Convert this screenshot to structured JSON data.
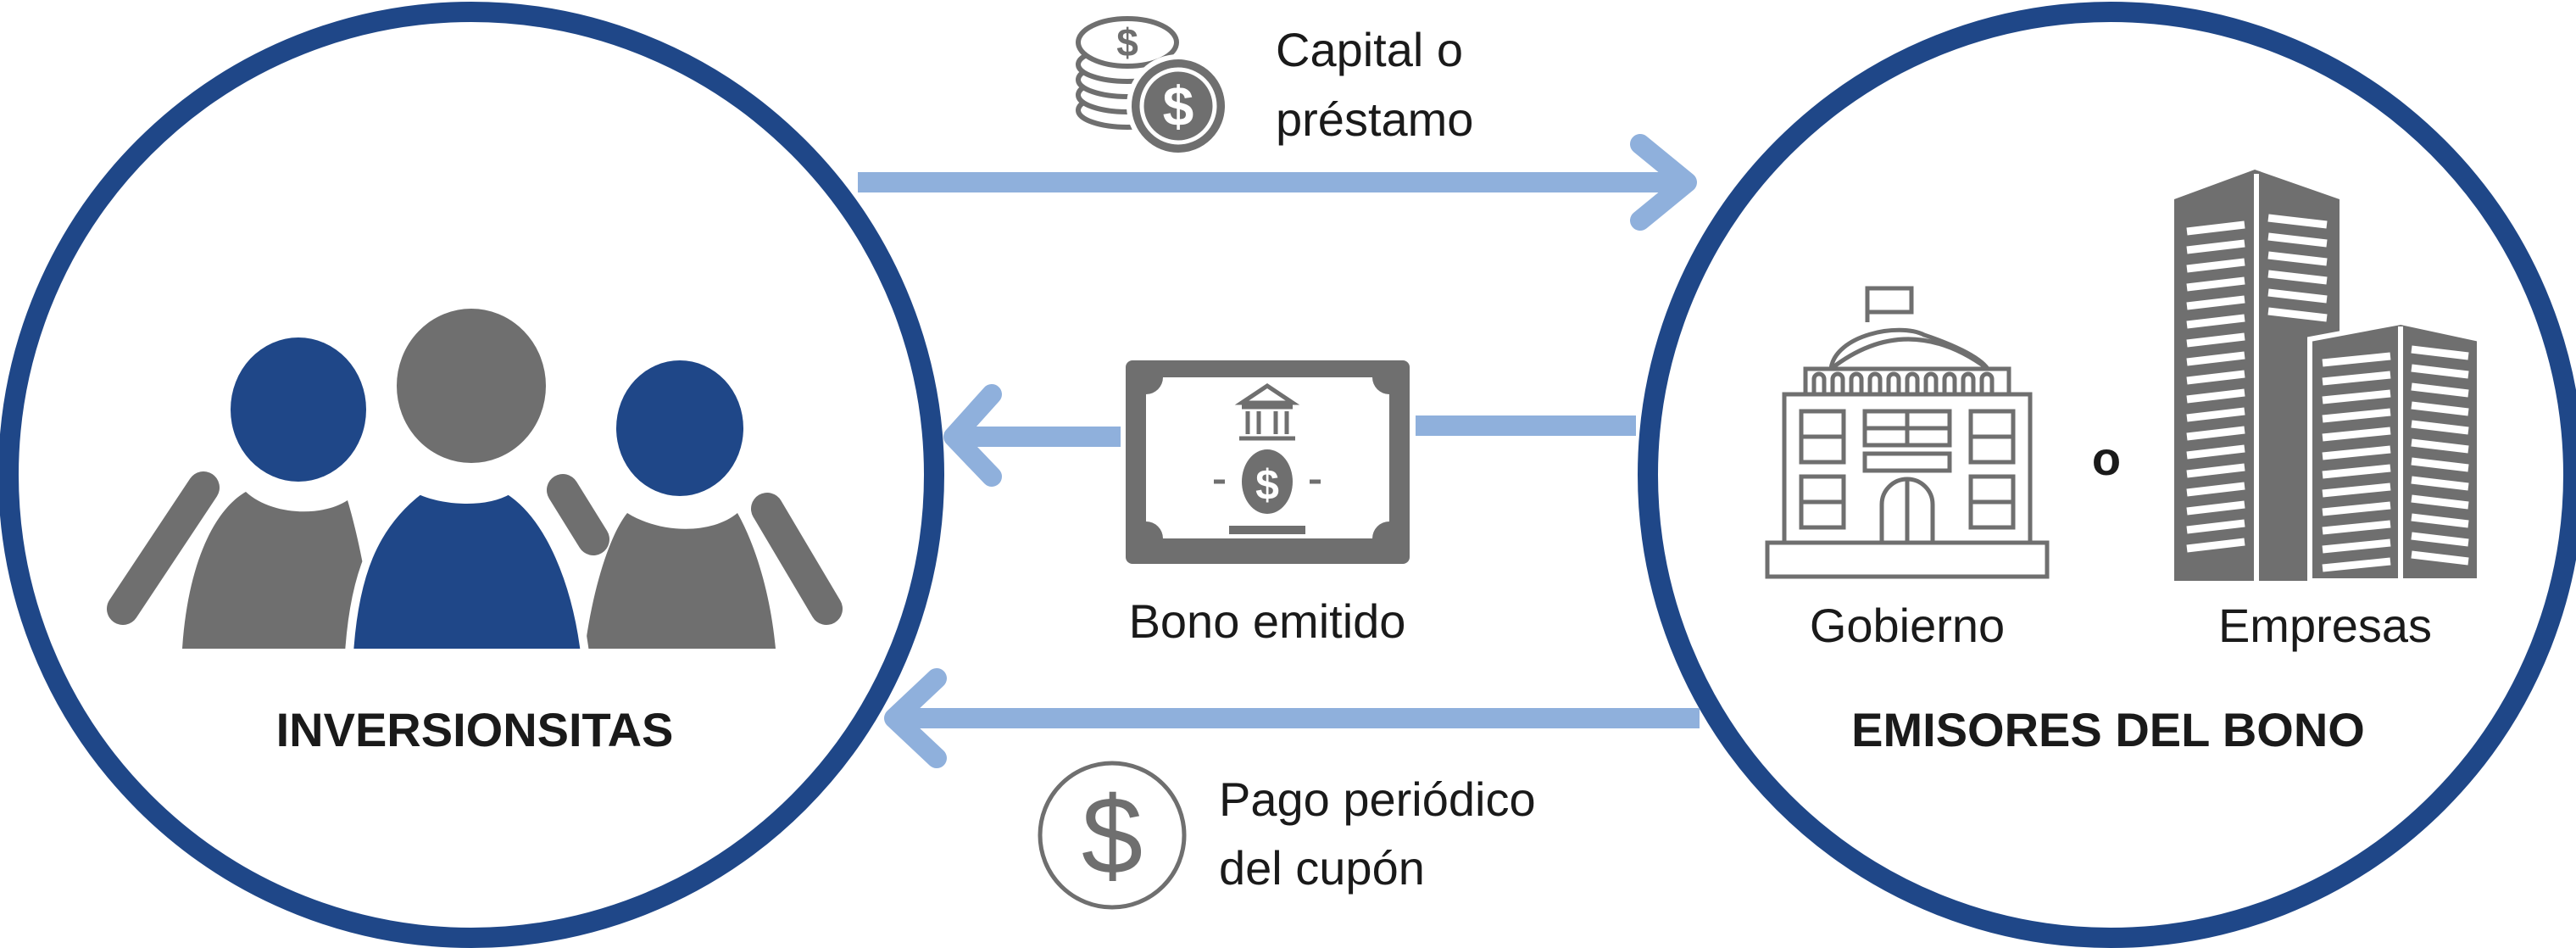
{
  "colors": {
    "navy": "#1f4788",
    "gray": "#6f6f6f",
    "arrow": "#8fb0dc",
    "text": "#1a1a1a"
  },
  "left": {
    "title": "INVERSIONSITAS",
    "icon": "people-group-icon"
  },
  "right": {
    "title": "EMISORES DEL BONO",
    "government": {
      "label": "Gobierno",
      "icon": "government-building-icon"
    },
    "separator": "o",
    "companies": {
      "label": "Empresas",
      "icon": "office-towers-icon"
    }
  },
  "flows": {
    "capital": {
      "line1": "Capital o",
      "line2": "préstamo",
      "icon": "coins-icon"
    },
    "bond": {
      "label": "Bono emitido",
      "icon": "bond-certificate-icon"
    },
    "coupon": {
      "line1": "Pago periódico",
      "line2": "del cupón",
      "icon": "dollar-circle-icon"
    }
  }
}
